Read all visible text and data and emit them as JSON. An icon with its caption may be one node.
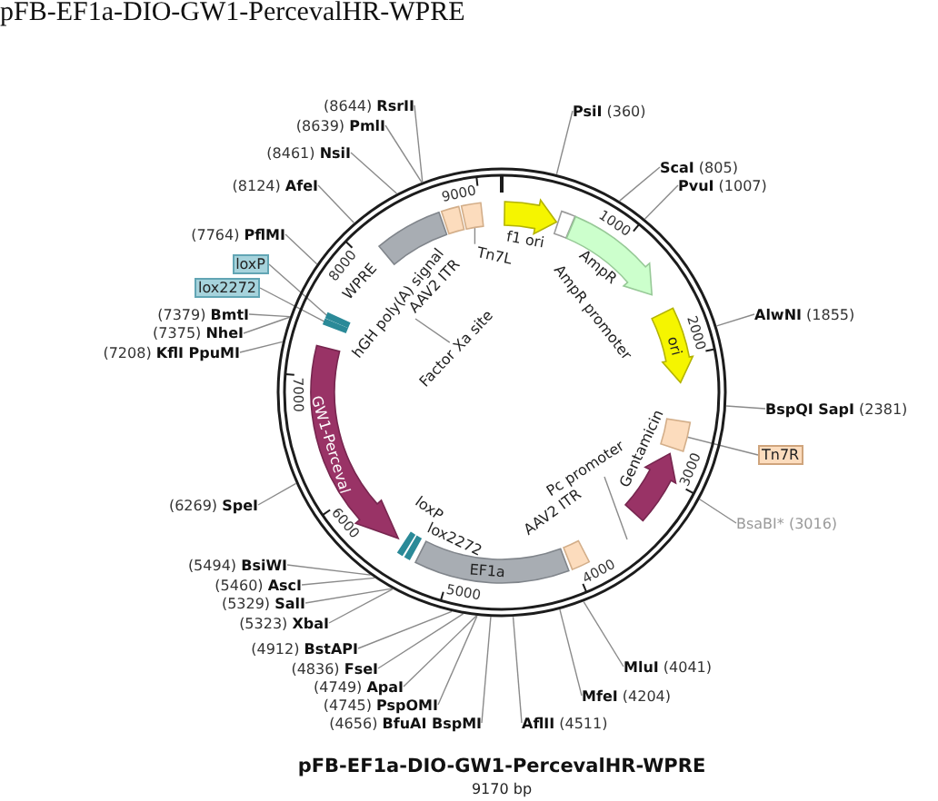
{
  "diagram": {
    "title": "pFB-EF1a-DIO-GW1-PercevalHR-WPRE",
    "caption": "pFB-EF1a-DIO-GW1-PercevalHR-WPRE",
    "nodes": [
      {
        "text": [],
        "shape": "circle"
      },
      {
        "text": [],
        "shape": "arrow",
        "in": 0
      },
      {
        "text": [],
        "shape": "box",
        "in": 0
      },
      {
        "text": [],
        "shape": "arrow",
        "in": 0,
        "beside": [
          "AmpR"
        ]
      },
      {
        "text": [
          "ori"
        ],
        "in": 0
      },
      {
        "text": [],
        "shape": "box",
        "in": 0
      },
      {
        "text": [],
        "shape": "arrow",
        "in": 0
      },
      {
        "text": [],
        "shape": "box",
        "in": 0
      },
      {
        "text": [
          "EF1a"
        ],
        "in": 0
      },
      {
        "text": [],
        "shape": "bar",
        "in": 0
      },
      {
        "text": [],
        "shape": "bar",
        "in": 0
      },
      {
        "text": [
          "GW1-Perceval"
        ],
        "in": 0
      },
      {
        "text": [],
        "shape": "bar",
        "in": 0
      },
      {
        "text": [],
        "shape": "bar",
        "in": 0
      },
      {
        "text": [],
        "shape": "bar",
        "in": 0,
        "beside": [
          "WPRE"
        ]
      },
      {
        "text": [],
        "shape": "box",
        "in": 0
      },
      {
        "text": [],
        "shape": "box",
        "in": 0
      },
      {
        "text": [
          "Tn7L"
        ],
        "in": 0
      },
      {
        "text": [
          "Tn7R"
        ]
      },
      {
        "text": [
          "loxP"
        ]
      },
      {
        "text": [
          "lox2272"
        ]
      },
      {
        "text": [
          "AAV2 ITR"
        ],
        "in": 0
      },
      {
        "text": [
          "Factor Xa site"
        ],
        "in": 0
      },
      {
        "text": [
          "Pc promoter"
        ],
        "in": 0
      },
      {
        "text": [
          "**PsiI** (360)"
        ]
      },
      {
        "text": [
          "**ScaI** (805)"
        ]
      },
      {
        "text": [
          "**PvuI** (1007)"
        ]
      },
      {
        "text": [
          "**AlwNI** (1855)"
        ]
      },
      {
        "text": [
          "**BspQI SapI** (2381)"
        ]
      },
      {
        "text": [
          "BsaBI* (3016)"
        ]
      },
      {
        "text": [
          "**MluI** (4041)"
        ]
      },
      {
        "text": [
          "**MfeI** (4204)"
        ]
      },
      {
        "text": [
          "**AflII** (4511)"
        ]
      },
      {
        "text": [
          "(4656) **BfuAI BspMI**"
        ]
      },
      {
        "text": [
          "(4745) **PspOMI**"
        ]
      },
      {
        "text": [
          "(4749) **ApaI**"
        ]
      },
      {
        "text": [
          "(4836) **FseI**"
        ]
      },
      {
        "text": [
          "(4912) **BstAPI**"
        ]
      },
      {
        "text": [
          "(5323) **XbaI**"
        ]
      },
      {
        "text": [
          "(5329) **SalI**"
        ]
      },
      {
        "text": [
          "(5460) **AscI**"
        ]
      },
      {
        "text": [
          "(5494) **BsiWI**"
        ]
      },
      {
        "text": [
          "(6269) **SpeI**"
        ]
      },
      {
        "text": [
          "(7208) **KflI PpuMI**"
        ]
      },
      {
        "text": [
          "(7375) **NheI**"
        ]
      },
      {
        "text": [
          "(7379) **BmtI**"
        ]
      },
      {
        "text": [
          "(7764) **PflMI**"
        ]
      },
      {
        "text": [
          "(8124) **AfeI**"
        ]
      },
      {
        "text": [
          "(8461) **NsiI**"
        ]
      },
      {
        "text": [
          "(8639) **PmlI**"
        ]
      },
      {
        "text": [
          "(8644) **RsrII**"
        ]
      }
    ],
    "edges": [
      {
        "from": 17,
        "to": 16,
        "arrow": "none"
      },
      {
        "from": 18,
        "to": 5,
        "arrow": "none"
      },
      {
        "from": 19,
        "to": 13,
        "arrow": "none"
      },
      {
        "from": 20,
        "to": 12,
        "arrow": "none"
      },
      {
        "from": 22,
        "to": 21,
        "arrow": "none"
      },
      {
        "from": 23,
        "to": null,
        "arrow": "none"
      },
      {
        "from": 24,
        "to": 0,
        "arrow": "none"
      },
      {
        "from": 25,
        "to": 0,
        "arrow": "none"
      },
      {
        "from": 26,
        "to": 0,
        "arrow": "none"
      },
      {
        "from": 27,
        "to": 0,
        "arrow": "none"
      },
      {
        "from": 28,
        "to": 0,
        "arrow": "none"
      },
      {
        "from": 29,
        "to": 0,
        "arrow": "none"
      },
      {
        "from": 30,
        "to": 0,
        "arrow": "none"
      },
      {
        "from": 31,
        "to": 0,
        "arrow": "none"
      },
      {
        "from": 32,
        "to": 0,
        "arrow": "none"
      },
      {
        "from": 33,
        "to": 0,
        "arrow": "none"
      },
      {
        "from": 34,
        "to": 0,
        "arrow": "none"
      },
      {
        "from": 35,
        "to": 0,
        "arrow": "none"
      },
      {
        "from": 36,
        "to": 0,
        "arrow": "none"
      },
      {
        "from": 37,
        "to": 0,
        "arrow": "none"
      },
      {
        "from": 38,
        "to": 0,
        "arrow": "none"
      },
      {
        "from": 39,
        "to": 0,
        "arrow": "none"
      },
      {
        "from": 40,
        "to": 0,
        "arrow": "none"
      },
      {
        "from": 41,
        "to": 0,
        "arrow": "none"
      },
      {
        "from": 42,
        "to": 0,
        "arrow": "none"
      },
      {
        "from": 43,
        "to": 0,
        "arrow": "none"
      },
      {
        "from": 44,
        "to": 0,
        "arrow": "none"
      },
      {
        "from": 45,
        "to": 0,
        "arrow": "none"
      },
      {
        "from": 46,
        "to": 0,
        "arrow": "none"
      },
      {
        "from": 47,
        "to": 0,
        "arrow": "none"
      },
      {
        "from": 48,
        "to": 0,
        "arrow": "none"
      },
      {
        "from": 49,
        "to": 0,
        "arrow": "none"
      },
      {
        "from": 50,
        "to": 0,
        "arrow": "none"
      }
    ],
    "labels": [
      "1000",
      "2000",
      "3000",
      "4000",
      "5000",
      "6000",
      "7000",
      "8000",
      "9000",
      "f1 ori",
      "AmpR promoter",
      "Gentamicin",
      "AAV2 ITR",
      "lox2272",
      "loxP",
      "hGH poly(A) signal",
      "9170 bp"
    ]
  }
}
